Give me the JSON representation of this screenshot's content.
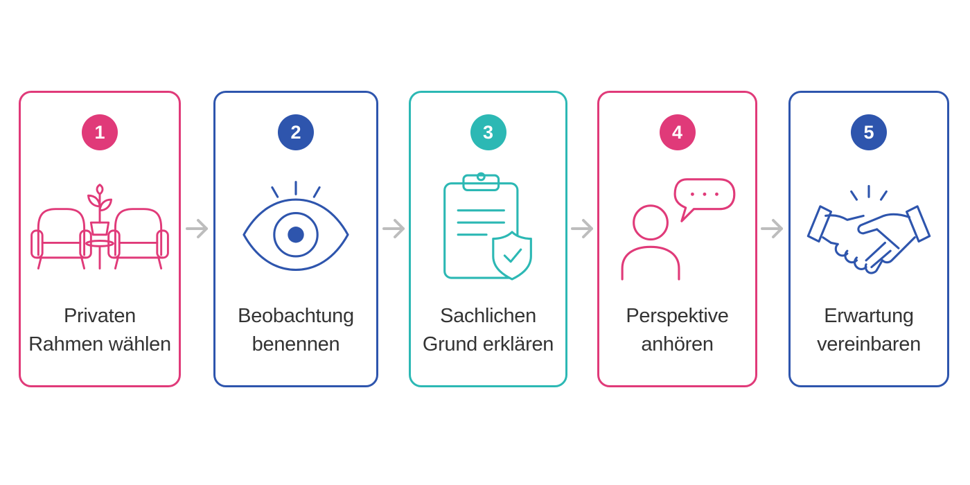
{
  "colors": {
    "pink": "#e03a79",
    "blue": "#2e55ad",
    "teal": "#2cb8b4",
    "arrow": "#bdbdbd",
    "text": "#333333"
  },
  "steps": [
    {
      "number": "1",
      "line1": "Privaten",
      "line2": "Rahmen wählen",
      "icon": "armchairs-plant-icon",
      "color": "#e03a79"
    },
    {
      "number": "2",
      "line1": "Beobachtung",
      "line2": "benennen",
      "icon": "eye-icon",
      "color": "#2e55ad"
    },
    {
      "number": "3",
      "line1": "Sachlichen",
      "line2": "Grund erklären",
      "icon": "clipboard-shield-icon",
      "color": "#2cb8b4"
    },
    {
      "number": "4",
      "line1": "Perspektive",
      "line2": "anhören",
      "icon": "person-speech-icon",
      "color": "#e03a79"
    },
    {
      "number": "5",
      "line1": "Erwartung",
      "line2": "vereinbaren",
      "icon": "handshake-icon",
      "color": "#2e55ad"
    }
  ]
}
